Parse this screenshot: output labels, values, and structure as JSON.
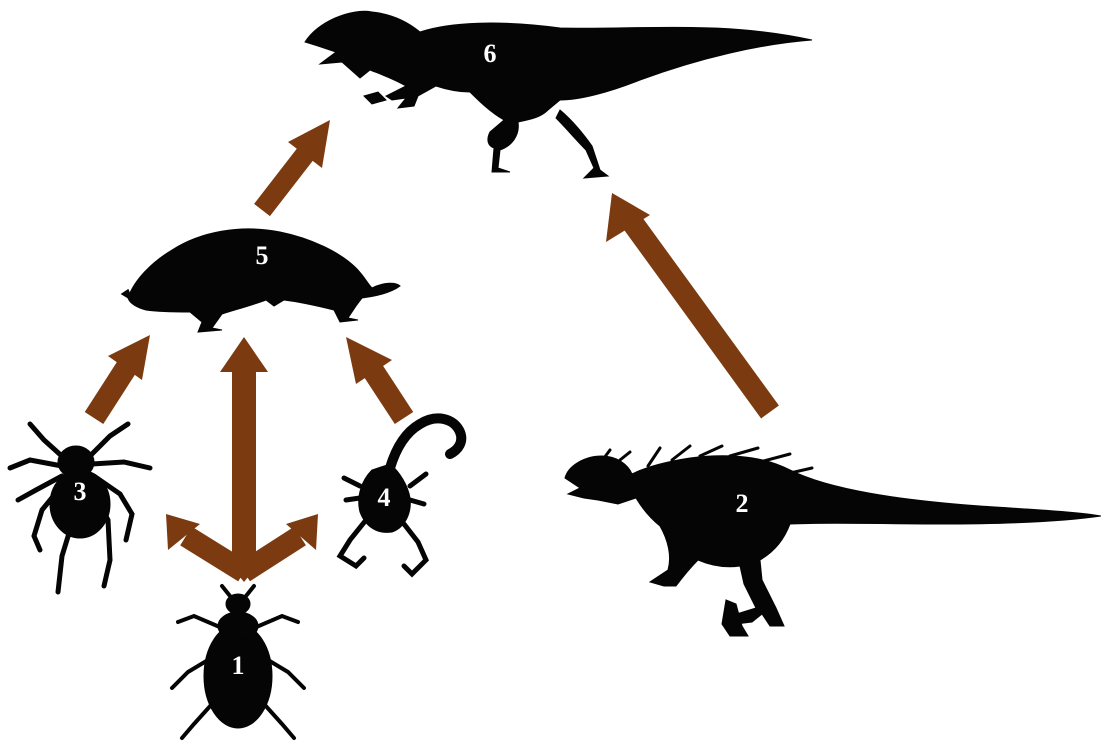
{
  "colors": {
    "arrow": "#7b3a10",
    "silhouette": "#050505",
    "label": "#ffffff",
    "background": "#ffffff"
  },
  "organisms": [
    {
      "id": "beetle",
      "label": "1",
      "icon": "beetle-icon"
    },
    {
      "id": "small-dinosaur",
      "label": "2",
      "icon": "feathered-dinosaur-icon"
    },
    {
      "id": "spider",
      "label": "3",
      "icon": "spider-icon"
    },
    {
      "id": "scorpion",
      "label": "4",
      "icon": "scorpion-icon"
    },
    {
      "id": "mammal",
      "label": "5",
      "icon": "mammal-icon"
    },
    {
      "id": "large-dinosaur",
      "label": "6",
      "icon": "theropod-icon"
    }
  ]
}
